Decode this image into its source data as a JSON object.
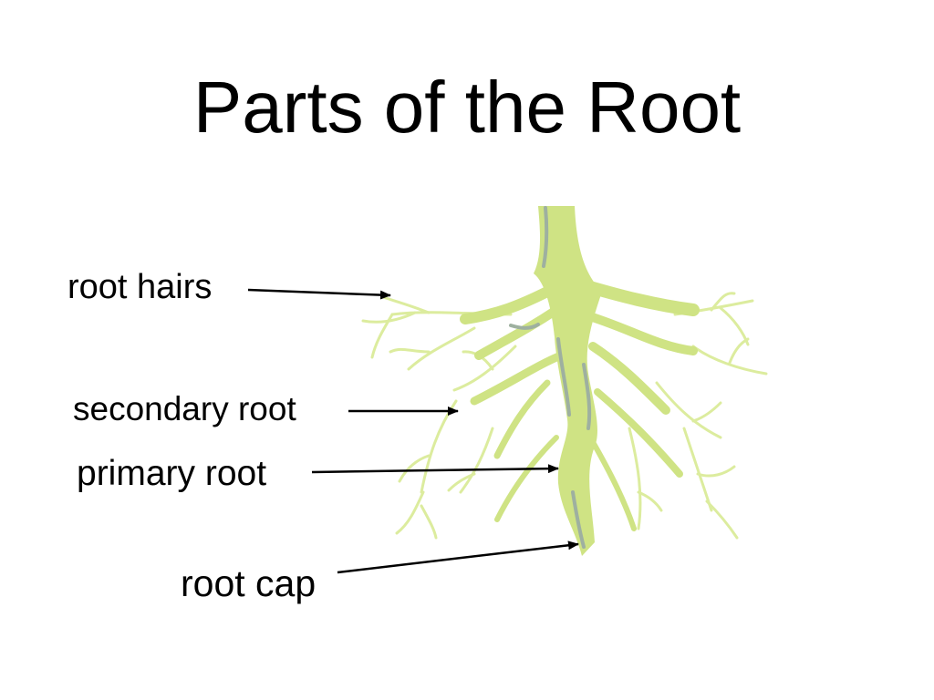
{
  "slide": {
    "title": "Parts of the Root"
  },
  "labels": {
    "root_hairs": "root hairs",
    "secondary_root": "secondary root",
    "primary_root": "primary root",
    "root_cap": "root cap"
  },
  "colors": {
    "root_fill": "#cfe384",
    "root_light": "#dcec9e",
    "root_shadow": "#9eb0a0",
    "arrow": "#000000"
  }
}
